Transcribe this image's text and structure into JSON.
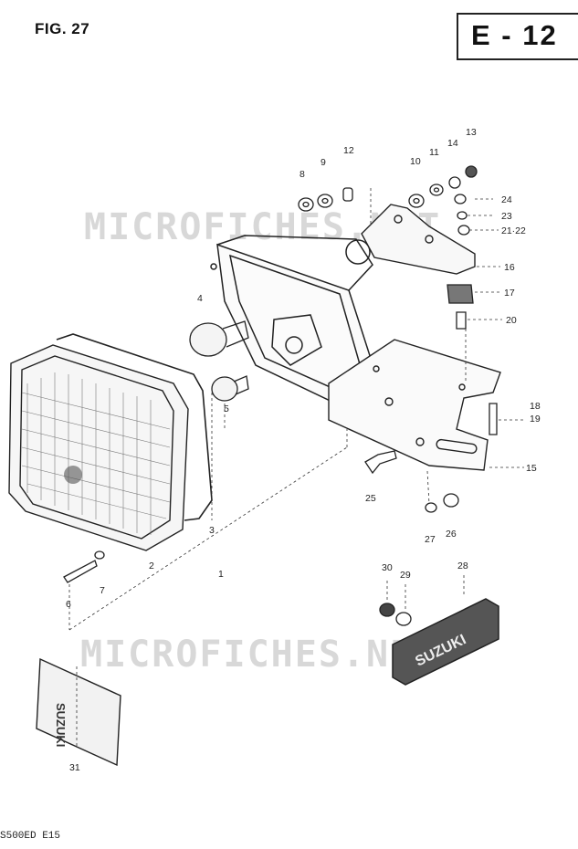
{
  "figure_label": "FIG. 27",
  "section_code": "E - 12",
  "footer_model": "S500ED  E15",
  "watermark": "MICROFICHES.NET",
  "part_labels": [
    "1",
    "2",
    "3",
    "4",
    "5",
    "6",
    "7",
    "8",
    "9",
    "10",
    "11",
    "12",
    "13",
    "14",
    "15",
    "16",
    "17",
    "18",
    "19",
    "20",
    "21·22",
    "23",
    "24",
    "25",
    "26",
    "27",
    "28",
    "29",
    "30",
    "31"
  ],
  "emblem_text": "SUZUKI",
  "plate_text": "SUZUKI"
}
